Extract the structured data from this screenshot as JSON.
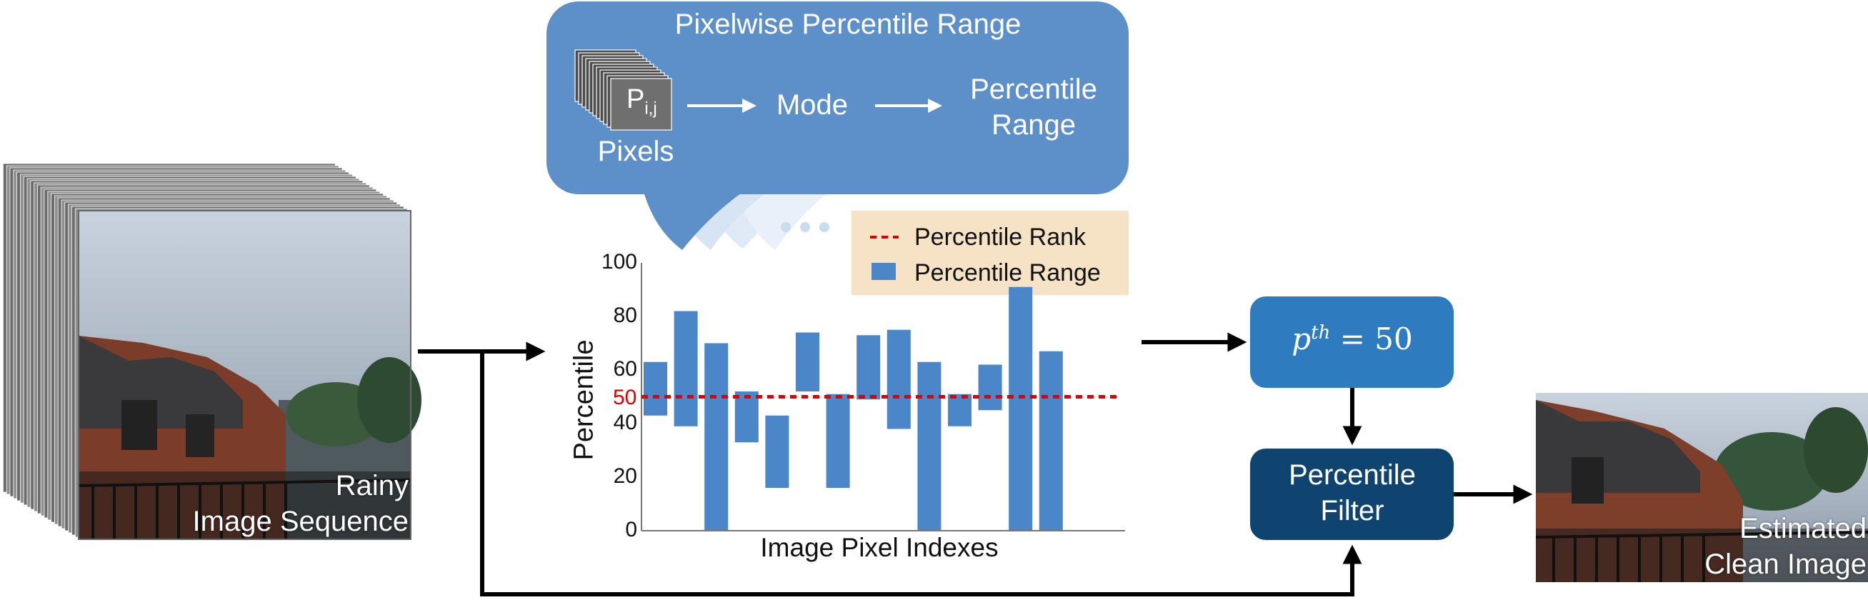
{
  "colors": {
    "callout_blue": "#5d90c9",
    "box_blue": "#2f7bbf",
    "box_dark": "#0f4470",
    "bar_blue": "#4a86c8",
    "rank_red": "#e00000",
    "legend_bg": "#f6e3c6",
    "arrow": "#000000"
  },
  "callout": {
    "title": "Pixelwise Percentile Range",
    "pixel_symbol": "P",
    "pixel_subscript": "i,j",
    "pixels_label": "Pixels",
    "mode_label": "Mode",
    "range_label_line1": "Percentile",
    "range_label_line2": "Range",
    "ellipsis": "• • •"
  },
  "input_sequence": {
    "label_line1": "Rainy",
    "label_line2": "Image Sequence"
  },
  "output_image": {
    "label_line1": "Estimated",
    "label_line2": "Clean Image"
  },
  "threshold_box": {
    "p_symbol": "p",
    "superscript": "th",
    "equals_value": "= 50"
  },
  "filter_box": {
    "label_line1": "Percentile",
    "label_line2": "Filter"
  },
  "chart_data": {
    "type": "bar",
    "chart_kind": "floating range bars",
    "xlabel": "Image Pixel Indexes",
    "ylabel": "Percentile",
    "ylim": [
      0,
      100
    ],
    "yticks": [
      0,
      20,
      40,
      60,
      80,
      100
    ],
    "legend": {
      "placement": "top-right",
      "entries": [
        "Percentile Rank",
        "Percentile Range"
      ]
    },
    "rank_line": {
      "value": 50,
      "label": "50",
      "style": "dashed"
    },
    "series": [
      {
        "name": "Percentile Range",
        "ranges": [
          [
            43,
            63
          ],
          [
            39,
            82
          ],
          [
            0,
            70
          ],
          [
            33,
            52
          ],
          [
            16,
            43
          ],
          [
            52,
            74
          ],
          [
            16,
            51
          ],
          [
            49,
            73
          ],
          [
            38,
            75
          ],
          [
            0,
            63
          ],
          [
            39,
            51
          ],
          [
            45,
            62
          ],
          [
            0,
            91
          ],
          [
            0,
            67
          ]
        ]
      }
    ]
  }
}
